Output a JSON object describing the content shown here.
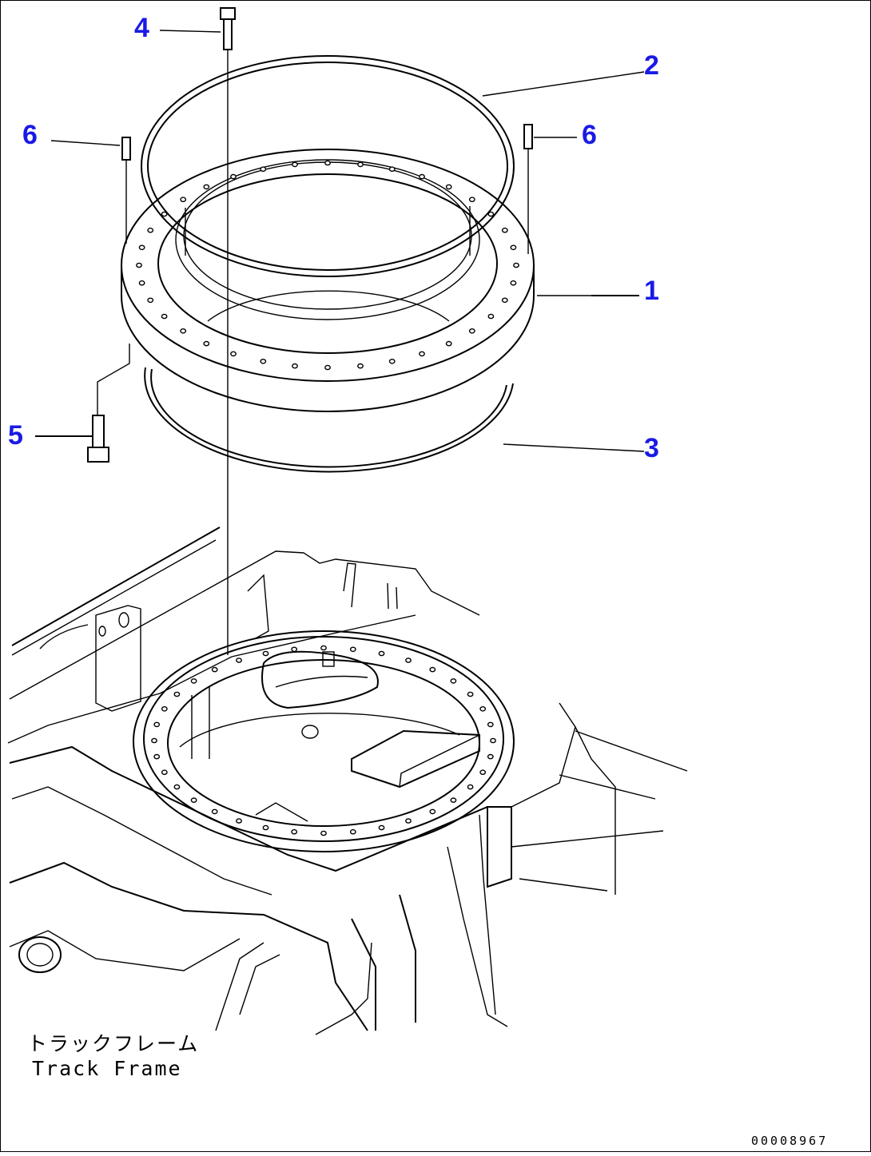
{
  "callouts": [
    {
      "id": "1",
      "label": "1"
    },
    {
      "id": "2",
      "label": "2"
    },
    {
      "id": "3",
      "label": "3"
    },
    {
      "id": "4",
      "label": "4"
    },
    {
      "id": "5",
      "label": "5"
    },
    {
      "id": "6a",
      "label": "6"
    },
    {
      "id": "6b",
      "label": "6"
    }
  ],
  "caption": {
    "japanese": "トラックフレーム",
    "english": "Track Frame"
  },
  "document_id": "00008967",
  "colors": {
    "callout": "#1a1ae6",
    "line": "#000000",
    "background": "#ffffff"
  }
}
